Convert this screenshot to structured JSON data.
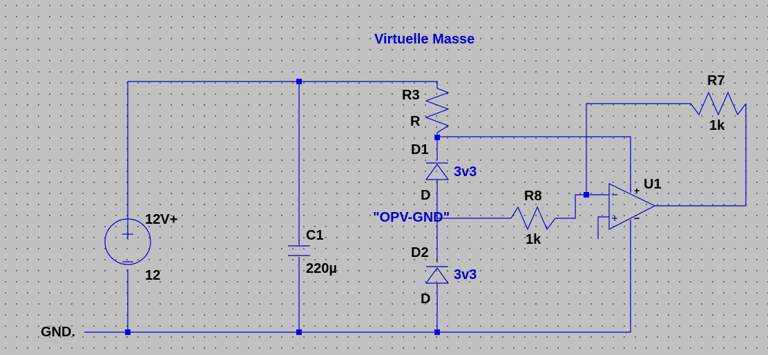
{
  "title": "Virtuelle Masse",
  "net_label": "\"OPV-GND\"",
  "ground_label": "GND.",
  "components": {
    "v1": {
      "name": "12V+",
      "value": "12"
    },
    "c1": {
      "name": "C1",
      "value": "220µ"
    },
    "r3": {
      "name": "R3",
      "value": "R"
    },
    "d1": {
      "name": "D1",
      "value": "3v3",
      "model": "D"
    },
    "d2": {
      "name": "D2",
      "value": "3v3",
      "model": "D"
    },
    "r8": {
      "name": "R8",
      "value": "1k"
    },
    "r7": {
      "name": "R7",
      "value": "1k"
    },
    "u1": {
      "name": "U1",
      "plus": "+",
      "minus": "−"
    }
  },
  "colors": {
    "wire": "#0000cc",
    "background": "#c0c0c0"
  }
}
